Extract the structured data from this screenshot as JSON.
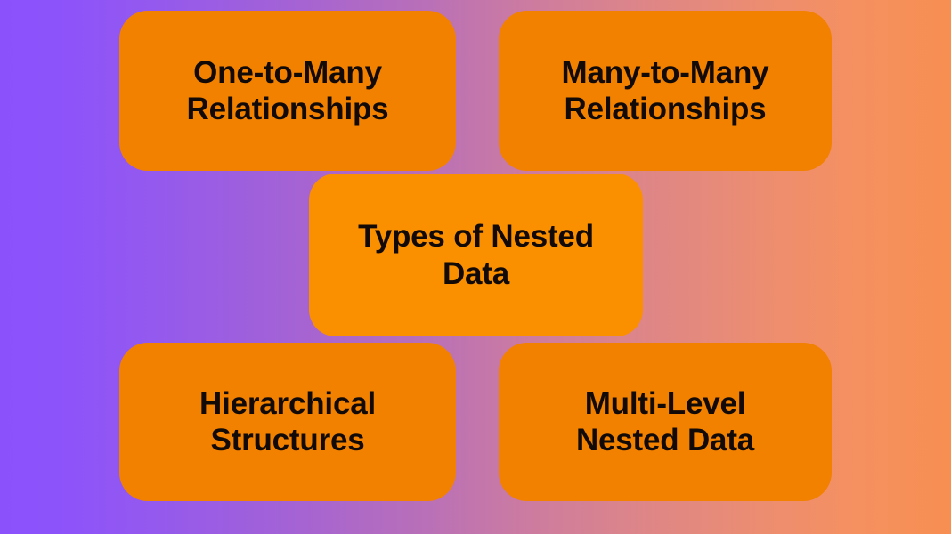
{
  "diagram": {
    "title": "Types of Nested Data",
    "layout": "central-hub-with-four-satellites",
    "background": {
      "gradient_from": "#8b52fc",
      "gradient_to": "#f78f52",
      "direction": "left-to-right"
    },
    "node_color": "#f28100",
    "center_node_color": "#fa8f00",
    "text_color": "#120a07",
    "center": {
      "label": "Types of Nested Data",
      "line1": "Types of Nested",
      "line2": "Data"
    },
    "nodes": [
      {
        "id": "one-to-many",
        "label": "One-to-Many Relationships",
        "line1": "One-to-Many",
        "line2": "Relationships",
        "position": "top-left"
      },
      {
        "id": "many-to-many",
        "label": "Many-to-Many Relationships",
        "line1": "Many-to-Many",
        "line2": "Relationships",
        "position": "top-right"
      },
      {
        "id": "hierarchical-structures",
        "label": "Hierarchical Structures",
        "line1": "Hierarchical",
        "line2": "Structures",
        "position": "bottom-left"
      },
      {
        "id": "multi-level-nested-data",
        "label": "Multi-Level Nested Data",
        "line1": "Multi-Level",
        "line2": "Nested Data",
        "position": "bottom-right"
      }
    ]
  }
}
